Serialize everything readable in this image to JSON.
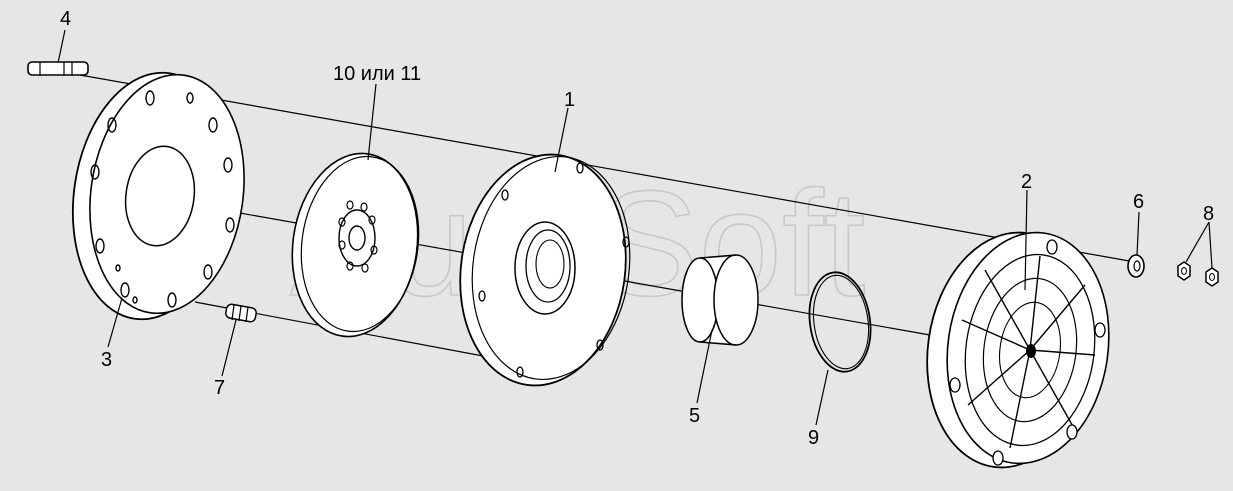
{
  "diagram": {
    "watermark": "AutoSoft",
    "callouts": {
      "part_1": "1",
      "part_2": "2",
      "part_3": "3",
      "part_4": "4",
      "part_5": "5",
      "part_6": "6",
      "part_7": "7",
      "part_8": "8",
      "part_9": "9",
      "part_10_11": "10 или 11"
    }
  }
}
